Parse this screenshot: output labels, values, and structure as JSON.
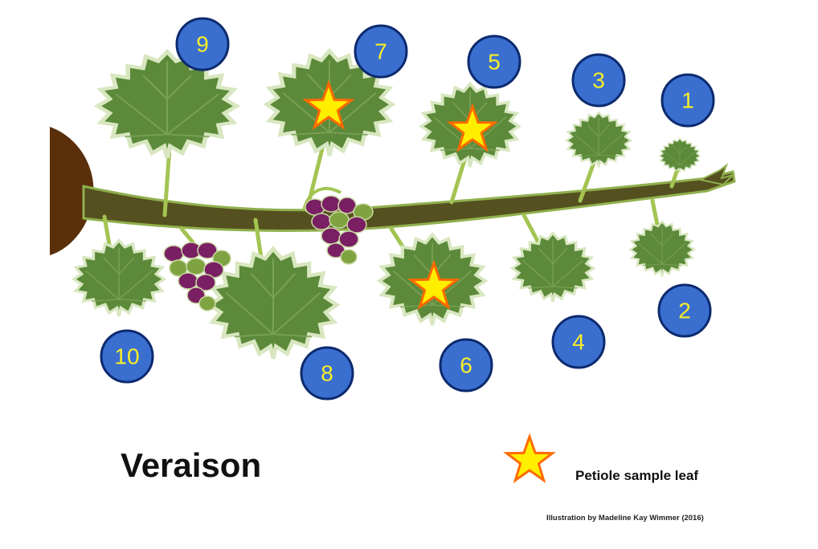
{
  "title": "Veraison",
  "legend": {
    "label": "Petiole sample leaf",
    "icon": "star-icon",
    "star_fill": "#ffee00",
    "star_stroke": "#ff6a00"
  },
  "credit": "Illustration by Madeline Kay Wimmer (2016)",
  "colors": {
    "leaf": "#5c8a3a",
    "cane": "#55501f",
    "petiole": "#a3c452",
    "marker_fill": "#3a6fcf",
    "marker_stroke": "#0c2a6e",
    "marker_text": "#f7ee2a",
    "grape_purple": "#7a1f63",
    "grape_green": "#7fa341",
    "cane_base": "#5a2f0a"
  },
  "leaves": [
    {
      "id": "1",
      "number": "1",
      "petiole_sample": false
    },
    {
      "id": "2",
      "number": "2",
      "petiole_sample": false
    },
    {
      "id": "3",
      "number": "3",
      "petiole_sample": false
    },
    {
      "id": "4",
      "number": "4",
      "petiole_sample": false
    },
    {
      "id": "5",
      "number": "5",
      "petiole_sample": true
    },
    {
      "id": "6",
      "number": "6",
      "petiole_sample": true
    },
    {
      "id": "7",
      "number": "7",
      "petiole_sample": true
    },
    {
      "id": "8",
      "number": "8",
      "petiole_sample": false
    },
    {
      "id": "9",
      "number": "9",
      "petiole_sample": false
    },
    {
      "id": "10",
      "number": "10",
      "petiole_sample": false
    }
  ]
}
